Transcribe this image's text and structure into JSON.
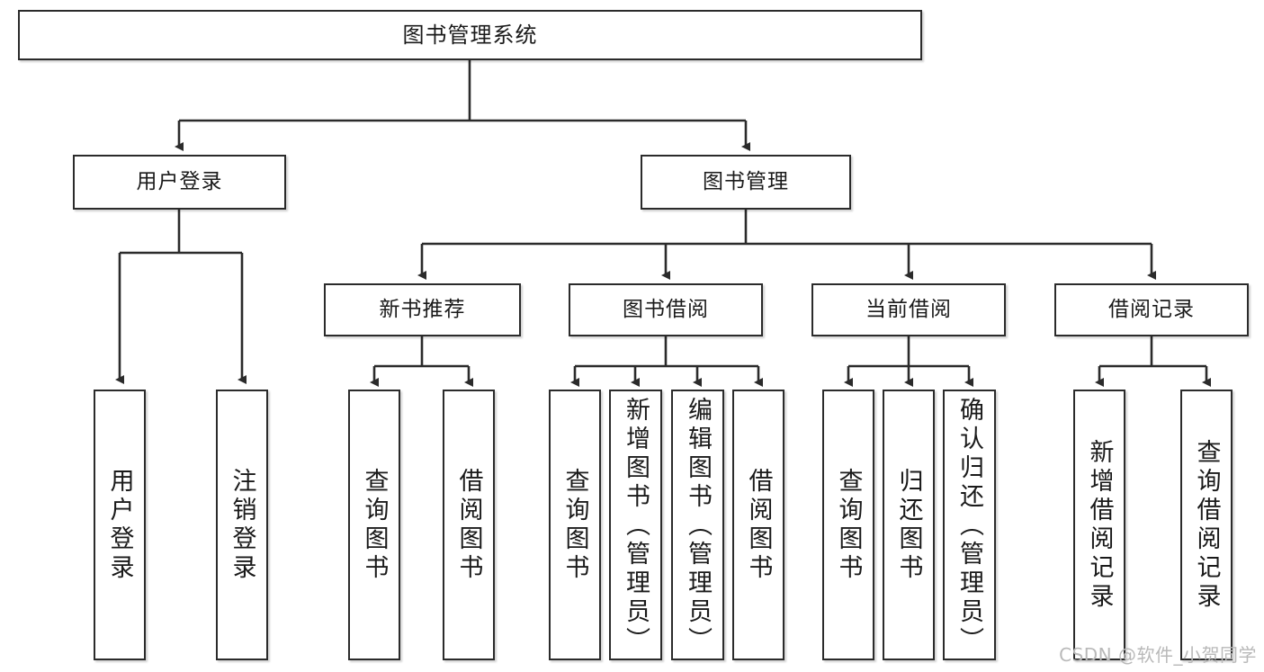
{
  "diagram": {
    "type": "tree-hierarchy-flowchart",
    "title": "图书管理系统",
    "background_color": "#ffffff",
    "node_border_color": "#2b2b2b",
    "node_fill_color": "#ffffff",
    "text_color": "#1a1a1a",
    "orientation": "top-down"
  },
  "nodes": {
    "root": {
      "label": "图书管理系统",
      "level": 1
    },
    "level2": [
      {
        "id": "user-login",
        "label": "用户登录"
      },
      {
        "id": "book-management",
        "label": "图书管理"
      }
    ],
    "level3": [
      {
        "id": "new-book-recommend",
        "label": "新书推荐"
      },
      {
        "id": "book-borrow",
        "label": "图书借阅"
      },
      {
        "id": "current-borrow",
        "label": "当前借阅"
      },
      {
        "id": "borrow-record",
        "label": "借阅记录"
      }
    ],
    "leaves": {
      "user_login": [
        {
          "id": "leaf-user-login",
          "label": "用户登录"
        },
        {
          "id": "leaf-logout-login",
          "label": "注销登录"
        }
      ],
      "new_book_recommend": [
        {
          "id": "leaf-query-book-1",
          "label": "查询图书"
        },
        {
          "id": "leaf-borrow-book-1",
          "label": "借阅图书"
        }
      ],
      "book_borrow": [
        {
          "id": "leaf-query-book-2",
          "label": "查询图书"
        },
        {
          "id": "leaf-add-book",
          "label": "新增图书（管理员）"
        },
        {
          "id": "leaf-edit-book",
          "label": "编辑图书（管理员）"
        },
        {
          "id": "leaf-borrow-book-2",
          "label": "借阅图书"
        }
      ],
      "current_borrow": [
        {
          "id": "leaf-query-book-3",
          "label": "查询图书"
        },
        {
          "id": "leaf-return-book",
          "label": "归还图书"
        },
        {
          "id": "leaf-confirm-return",
          "label": "确认归还（管理员）"
        }
      ],
      "borrow_record": [
        {
          "id": "leaf-add-record",
          "label": "新增借阅记录"
        },
        {
          "id": "leaf-query-record",
          "label": "查询借阅记录"
        }
      ]
    }
  },
  "watermark": {
    "text": "CSDN @软件_小贺同学"
  }
}
